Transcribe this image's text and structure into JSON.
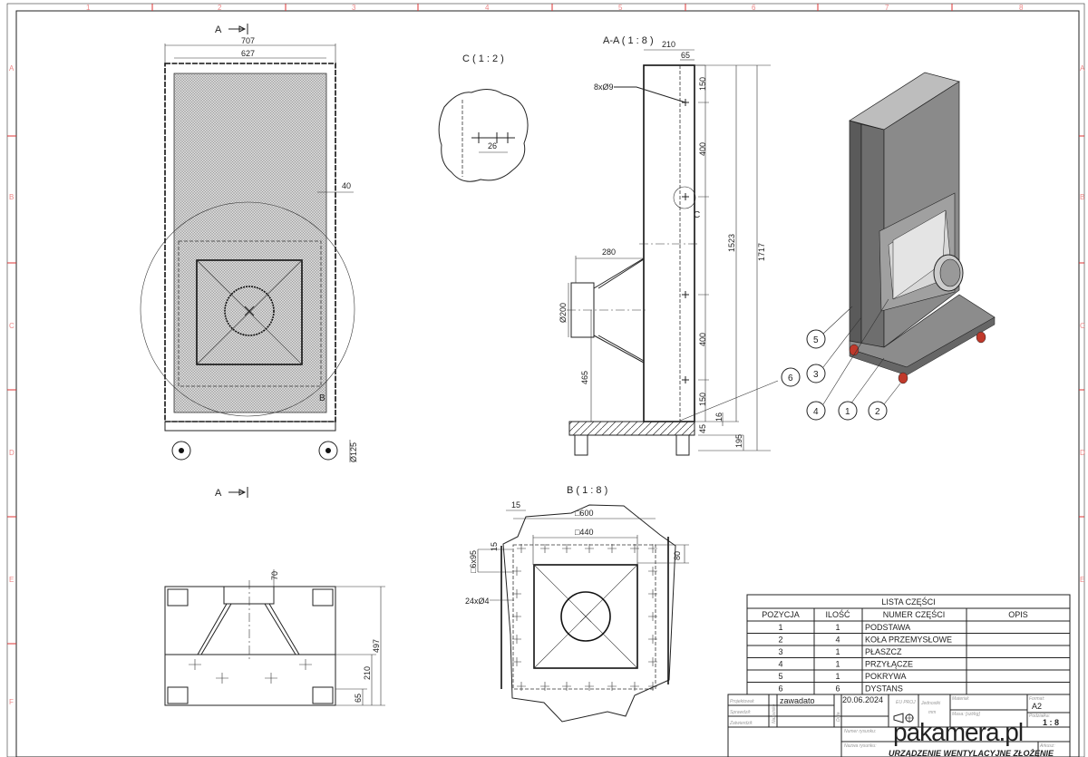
{
  "zones": {
    "columns": [
      "1",
      "2",
      "3",
      "4",
      "5",
      "6",
      "7",
      "8"
    ],
    "rows": [
      "A",
      "B",
      "C",
      "D",
      "E",
      "F"
    ]
  },
  "front_view": {
    "section_marker": "A",
    "dims": {
      "overall_width": "707",
      "inner_width": "627",
      "margin": "40",
      "wheel": "Ø125"
    },
    "detail_marker": "B"
  },
  "section_view": {
    "title": "A-A ( 1 : 8 )",
    "dims": {
      "depth": "210",
      "offset": "65",
      "hole_note": "8xØ9",
      "top": "150",
      "pitch_top": "400",
      "height_body": "1523",
      "height_total": "1717",
      "duct_length": "280",
      "duct_dia": "Ø200",
      "duct_height": "465",
      "pitch_bottom": "400",
      "bottom": "150",
      "gap": "16",
      "base": "45",
      "base_total": "195"
    },
    "detail_marker": "C"
  },
  "detail_c": {
    "title": "C ( 1 : 2 )",
    "dim": "26"
  },
  "detail_b": {
    "title": "B ( 1 : 8 )",
    "dims": {
      "outer": "□600",
      "inner": "□440",
      "edge": "15",
      "edge_v": "15",
      "pitch": "□6x95",
      "holes": "24xØ4",
      "offset": "80"
    }
  },
  "bottom_view": {
    "section_marker": "A",
    "dims": {
      "duct": "70",
      "total": "497",
      "base": "210",
      "edge": "65"
    }
  },
  "iso_view": {
    "balloons": [
      "5",
      "3",
      "6",
      "4",
      "1",
      "2"
    ],
    "colors": {
      "body": "#8a8a8a",
      "side": "#6a6a6a",
      "wheel": "#c0392b"
    }
  },
  "parts_list": {
    "title": "LISTA CZĘŚCI",
    "headers": [
      "POZYCJA",
      "ILOŚĆ",
      "NUMER CZĘŚCI",
      "OPIS"
    ],
    "rows": [
      [
        "1",
        "1",
        "PODSTAWA",
        ""
      ],
      [
        "2",
        "4",
        "KOŁA PRZEMYSŁOWE",
        ""
      ],
      [
        "3",
        "1",
        "PŁASZCZ",
        ""
      ],
      [
        "4",
        "1",
        "PRZYŁĄCZE",
        ""
      ],
      [
        "5",
        "1",
        "POKRYWA",
        ""
      ],
      [
        "6",
        "6",
        "DYSTANS",
        ""
      ]
    ]
  },
  "title_block": {
    "designed_label": "Projektował:",
    "checked_label": "Sprawdził:",
    "approved_label": "Zatwierdził:",
    "name_label": "Nazwisko",
    "date_label": "Data",
    "designer": "zawadato",
    "date": "20.06.2024",
    "projection": "EU PROJ",
    "units_label": "Jednostki",
    "units": "mm",
    "material_label": "Materiał:",
    "mass_label": "Masa: [szt/kg]",
    "format_label": "Format:",
    "format": "A2",
    "scale_label": "Podziałka:",
    "scale": "1 : 8",
    "drawing_no_label": "Numer rysunku:",
    "drawing_name_label": "Nazwa rysunku:",
    "drawing_name": "URZĄDZENIE WENTYLACYJNE ZŁOŻENIE",
    "sheet_label": "Arkusz:"
  },
  "watermark": "pakamera.pl"
}
